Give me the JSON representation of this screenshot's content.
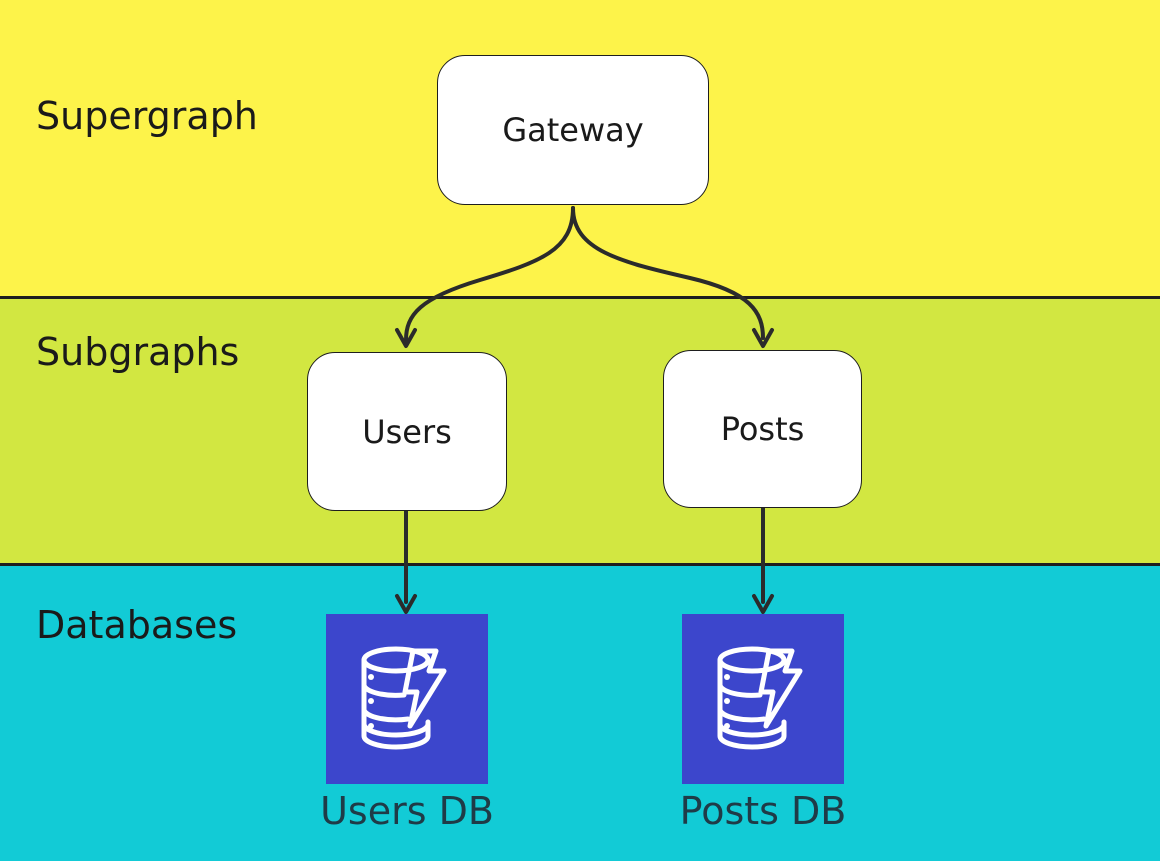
{
  "colors": {
    "supergraph_band": "#fdf34a",
    "subgraphs_band": "#d2e741",
    "databases_band": "#12cbd6",
    "db_tile": "#3c46cc",
    "db_label": "#1f3b47",
    "edge": "#2b2b2b"
  },
  "layers": {
    "supergraph": "Supergraph",
    "subgraphs": "Subgraphs",
    "databases": "Databases"
  },
  "nodes": {
    "gateway": "Gateway",
    "users": "Users",
    "posts": "Posts"
  },
  "databases": {
    "users": {
      "label": "Users DB",
      "icon": "dynamodb-icon"
    },
    "posts": {
      "label": "Posts DB",
      "icon": "dynamodb-icon"
    }
  },
  "edges": [
    {
      "from": "Gateway",
      "to": "Users"
    },
    {
      "from": "Gateway",
      "to": "Posts"
    },
    {
      "from": "Users",
      "to": "Users DB"
    },
    {
      "from": "Posts",
      "to": "Posts DB"
    }
  ]
}
